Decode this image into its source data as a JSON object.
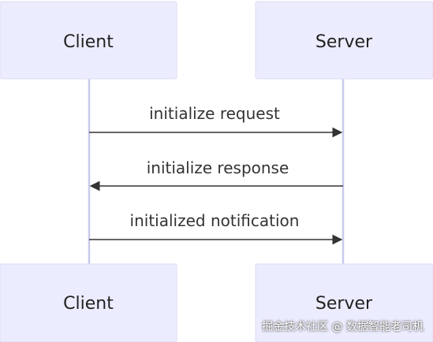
{
  "participants": {
    "client_top": "Client",
    "server_top": "Server",
    "client_bottom": "Client",
    "server_bottom": "Server"
  },
  "messages": [
    {
      "label": "initialize request",
      "direction": "client-to-server"
    },
    {
      "label": "initialize response",
      "direction": "server-to-client"
    },
    {
      "label": "initialized notification",
      "direction": "client-to-server"
    }
  ],
  "watermark": "掘金技术社区 @ 数据智能老司机",
  "colors": {
    "actor_fill": "#ececff",
    "lifeline": "#c9c9ee",
    "arrow": "#333333"
  }
}
